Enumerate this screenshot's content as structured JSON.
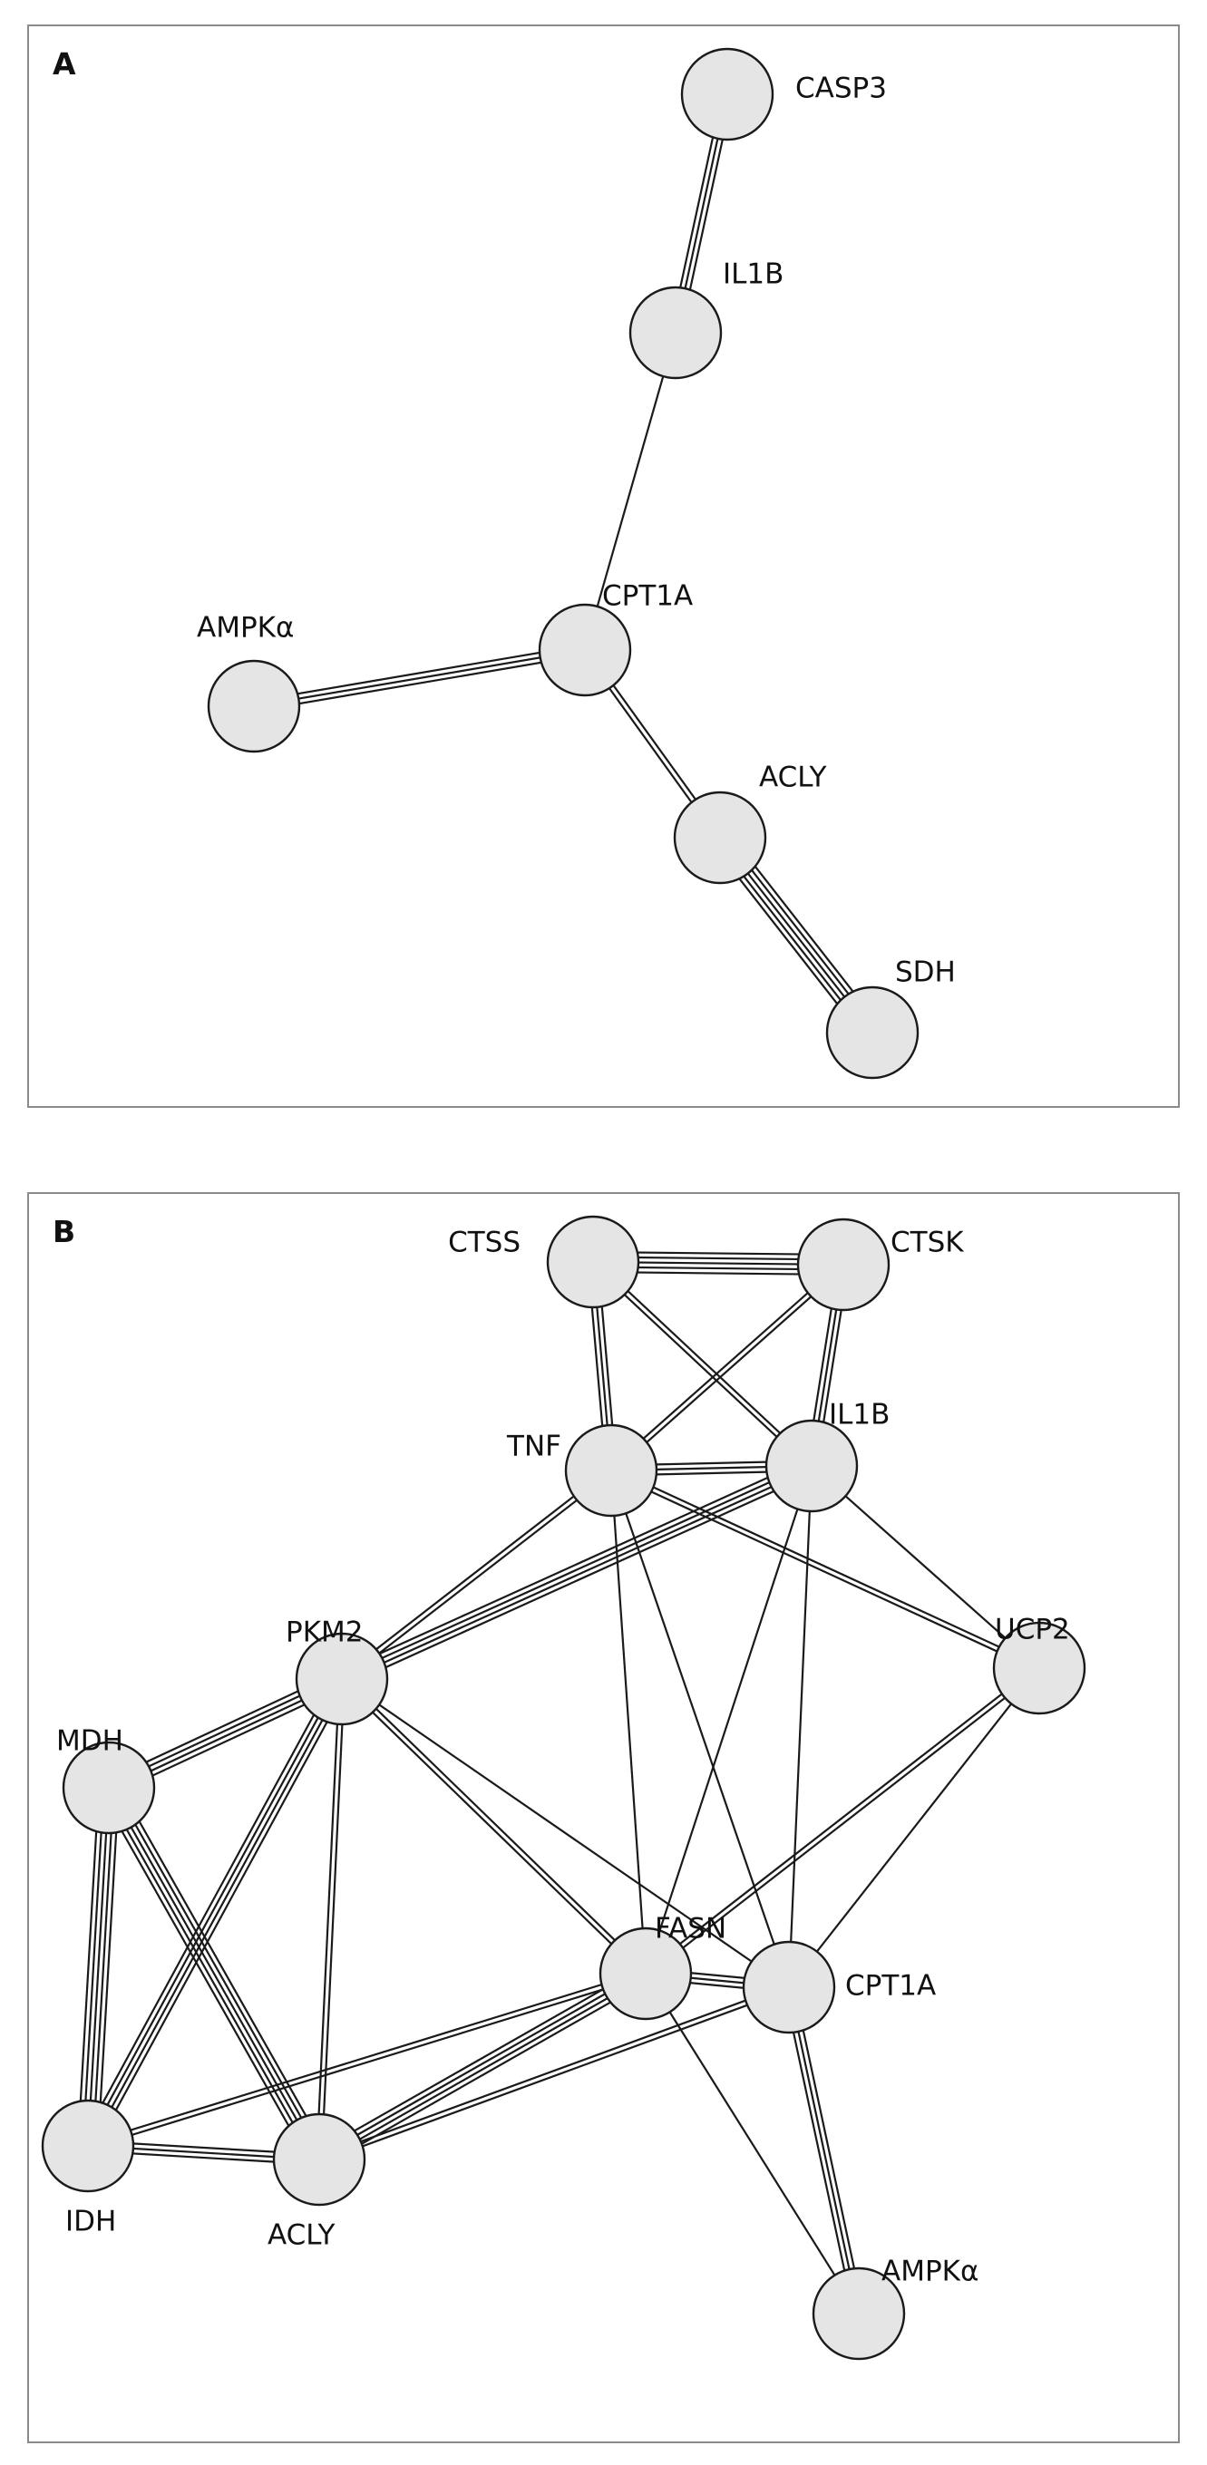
{
  "panels": [
    {
      "id": "A",
      "label": "A",
      "nodes": [
        {
          "id": "CASP3",
          "label": "CASP3"
        },
        {
          "id": "IL1B",
          "label": "IL1B"
        },
        {
          "id": "CPT1A",
          "label": "CPT1A"
        },
        {
          "id": "AMPKa",
          "label": "AMPKα"
        },
        {
          "id": "ACLY",
          "label": "ACLY"
        },
        {
          "id": "SDH",
          "label": "SDH"
        }
      ],
      "edges": [
        {
          "from": "CASP3",
          "to": "IL1B",
          "lines": 3
        },
        {
          "from": "IL1B",
          "to": "CPT1A",
          "lines": 1
        },
        {
          "from": "CPT1A",
          "to": "AMPKa",
          "lines": 3
        },
        {
          "from": "CPT1A",
          "to": "ACLY",
          "lines": 2
        },
        {
          "from": "ACLY",
          "to": "SDH",
          "lines": 5
        }
      ]
    },
    {
      "id": "B",
      "label": "B",
      "nodes": [
        {
          "id": "CTSS",
          "label": "CTSS"
        },
        {
          "id": "CTSK",
          "label": "CTSK"
        },
        {
          "id": "TNF",
          "label": "TNF"
        },
        {
          "id": "IL1B",
          "label": "IL1B"
        },
        {
          "id": "PKM2",
          "label": "PKM2"
        },
        {
          "id": "UCP2",
          "label": "UCP2"
        },
        {
          "id": "MDH",
          "label": "MDH"
        },
        {
          "id": "FASN",
          "label": "FASN"
        },
        {
          "id": "CPT1A",
          "label": "CPT1A"
        },
        {
          "id": "IDH",
          "label": "IDH"
        },
        {
          "id": "ACLY",
          "label": "ACLY"
        },
        {
          "id": "AMPKa",
          "label": "AMPKα"
        }
      ],
      "edges": [
        {
          "from": "CTSS",
          "to": "CTSK",
          "lines": 5
        },
        {
          "from": "CTSS",
          "to": "TNF",
          "lines": 3
        },
        {
          "from": "CTSS",
          "to": "IL1B",
          "lines": 2
        },
        {
          "from": "CTSK",
          "to": "TNF",
          "lines": 2
        },
        {
          "from": "CTSK",
          "to": "IL1B",
          "lines": 3
        },
        {
          "from": "TNF",
          "to": "IL1B",
          "lines": 3
        },
        {
          "from": "TNF",
          "to": "PKM2",
          "lines": 2
        },
        {
          "from": "TNF",
          "to": "UCP2",
          "lines": 2
        },
        {
          "from": "TNF",
          "to": "FASN",
          "lines": 1
        },
        {
          "from": "TNF",
          "to": "CPT1A",
          "lines": 1
        },
        {
          "from": "IL1B",
          "to": "PKM2",
          "lines": 4
        },
        {
          "from": "IL1B",
          "to": "UCP2",
          "lines": 1
        },
        {
          "from": "IL1B",
          "to": "FASN",
          "lines": 1
        },
        {
          "from": "IL1B",
          "to": "CPT1A",
          "lines": 1
        },
        {
          "from": "PKM2",
          "to": "MDH",
          "lines": 4
        },
        {
          "from": "PKM2",
          "to": "IDH",
          "lines": 4
        },
        {
          "from": "PKM2",
          "to": "ACLY",
          "lines": 2
        },
        {
          "from": "PKM2",
          "to": "FASN",
          "lines": 2
        },
        {
          "from": "PKM2",
          "to": "CPT1A",
          "lines": 1
        },
        {
          "from": "MDH",
          "to": "IDH",
          "lines": 5
        },
        {
          "from": "MDH",
          "to": "ACLY",
          "lines": 5
        },
        {
          "from": "IDH",
          "to": "ACLY",
          "lines": 3
        },
        {
          "from": "IDH",
          "to": "FASN",
          "lines": 2
        },
        {
          "from": "ACLY",
          "to": "FASN",
          "lines": 4
        },
        {
          "from": "ACLY",
          "to": "CPT1A",
          "lines": 2
        },
        {
          "from": "FASN",
          "to": "CPT1A",
          "lines": 3
        },
        {
          "from": "FASN",
          "to": "UCP2",
          "lines": 2
        },
        {
          "from": "FASN",
          "to": "AMPKa",
          "lines": 1
        },
        {
          "from": "CPT1A",
          "to": "UCP2",
          "lines": 1
        },
        {
          "from": "CPT1A",
          "to": "AMPKa",
          "lines": 3
        }
      ]
    }
  ]
}
